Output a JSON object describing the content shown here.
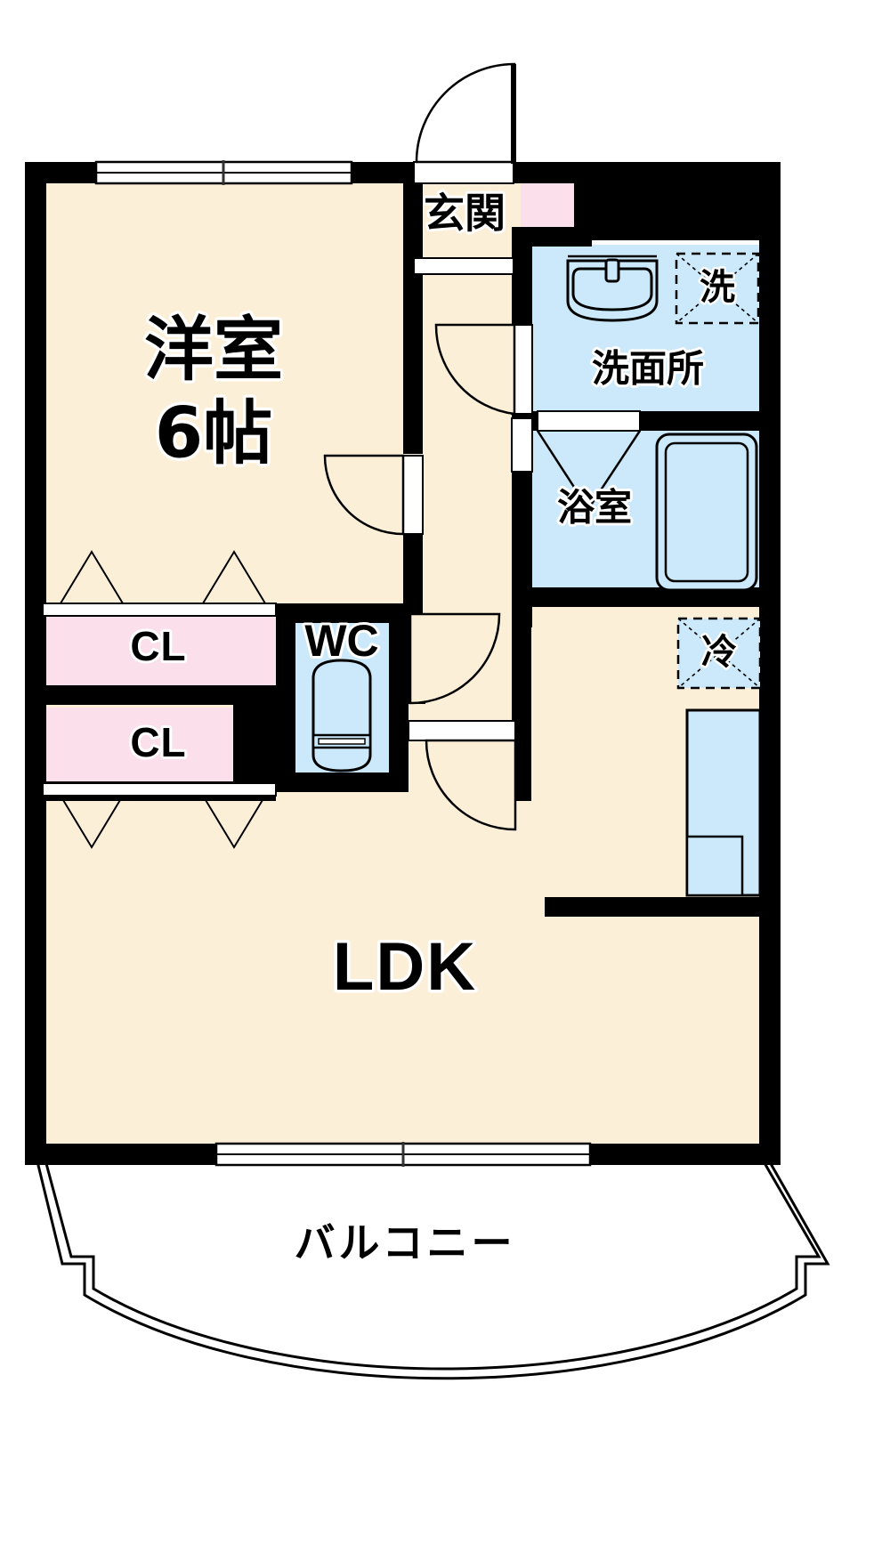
{
  "plan": {
    "title": "間取り図",
    "type": "1LDK apartment floor plan",
    "colors": {
      "wall": "#000000",
      "floor_living": "#fcefd8",
      "water_area": "#cbe9fa",
      "closet": "#fbe0ec",
      "entrance_tile": "#fbe0ec",
      "outline": "#000000",
      "background": "#ffffff"
    }
  },
  "rooms": {
    "bedroom": {
      "name": "洋室",
      "size": "6帖",
      "label_line1": "洋室",
      "label_line2": "6帖"
    },
    "ldk": {
      "name": "LDK"
    },
    "entrance": {
      "name": "玄関"
    },
    "washroom": {
      "name": "洗面所"
    },
    "bathroom": {
      "name": "浴室"
    },
    "toilet": {
      "name": "WC"
    },
    "balcony": {
      "name": "バルコニー"
    }
  },
  "closets": [
    {
      "name": "CL"
    },
    {
      "name": "CL"
    }
  ],
  "appliances": [
    {
      "name": "洗",
      "meaning": "washing-machine-space"
    },
    {
      "name": "冷",
      "meaning": "refrigerator-space"
    }
  ],
  "fixtures": [
    {
      "name": "洗面台",
      "icon": "sink-icon"
    },
    {
      "name": "浴槽",
      "icon": "bathtub-icon"
    },
    {
      "name": "便器",
      "icon": "toilet-icon"
    },
    {
      "name": "キッチン",
      "icon": "kitchen-counter-icon"
    }
  ],
  "doors": [
    {
      "name": "玄関ドア",
      "type": "swing"
    },
    {
      "name": "洋室ドア",
      "type": "swing"
    },
    {
      "name": "廊下ドア",
      "type": "swing"
    },
    {
      "name": "WCドア",
      "type": "swing"
    },
    {
      "name": "LDKドア",
      "type": "swing"
    },
    {
      "name": "浴室ドア",
      "type": "folding"
    },
    {
      "name": "洗面所ドア",
      "type": "sliding"
    }
  ],
  "windows": [
    {
      "name": "洋室窓",
      "type": "sliding"
    },
    {
      "name": "LDK掃き出し窓",
      "type": "sliding"
    }
  ]
}
